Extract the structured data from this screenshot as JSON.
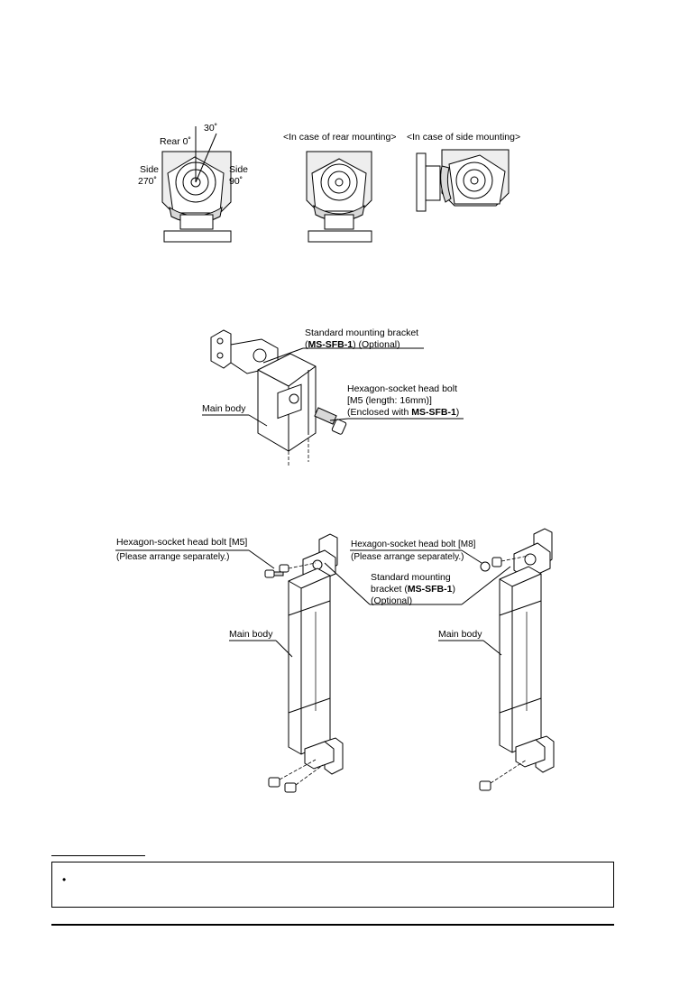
{
  "figure1": {
    "angle_30": "30˚",
    "rear": "Rear 0˚",
    "side_left_1": "Side",
    "side_left_2": "270˚",
    "side_right_1": "Side",
    "side_right_2": "90˚",
    "rear_mount": "<In case of rear mounting>",
    "side_mount": "<In case of side mounting>"
  },
  "figure2": {
    "bracket_1": "Standard mounting bracket",
    "bracket_2_bold": "MS-SFB-1",
    "bracket_2_rest": ") (Optional)",
    "bolt_1": "Hexagon-socket head bolt",
    "bolt_2": "[M5 (length: 16mm)]",
    "bolt_3_pre": "(Enclosed with ",
    "bolt_3_bold": "MS-SFB-1",
    "bolt_3_post": ")",
    "main_body": "Main body"
  },
  "figure3": {
    "left_bolt": "Hexagon-socket head bolt [M5]",
    "left_arrange": "(Please arrange separately.)",
    "right_bolt": "Hexagon-socket head bolt [M8]",
    "right_arrange": "(Please arrange separately.)",
    "bracket_1": "Standard mounting",
    "bracket_2_pre": "bracket (",
    "bracket_2_bold": "MS-SFB-1",
    "bracket_2_post": ")",
    "bracket_3": "(Optional)",
    "main_body_left": "Main body",
    "main_body_right": "Main body"
  },
  "note": {
    "bullet": "•"
  }
}
